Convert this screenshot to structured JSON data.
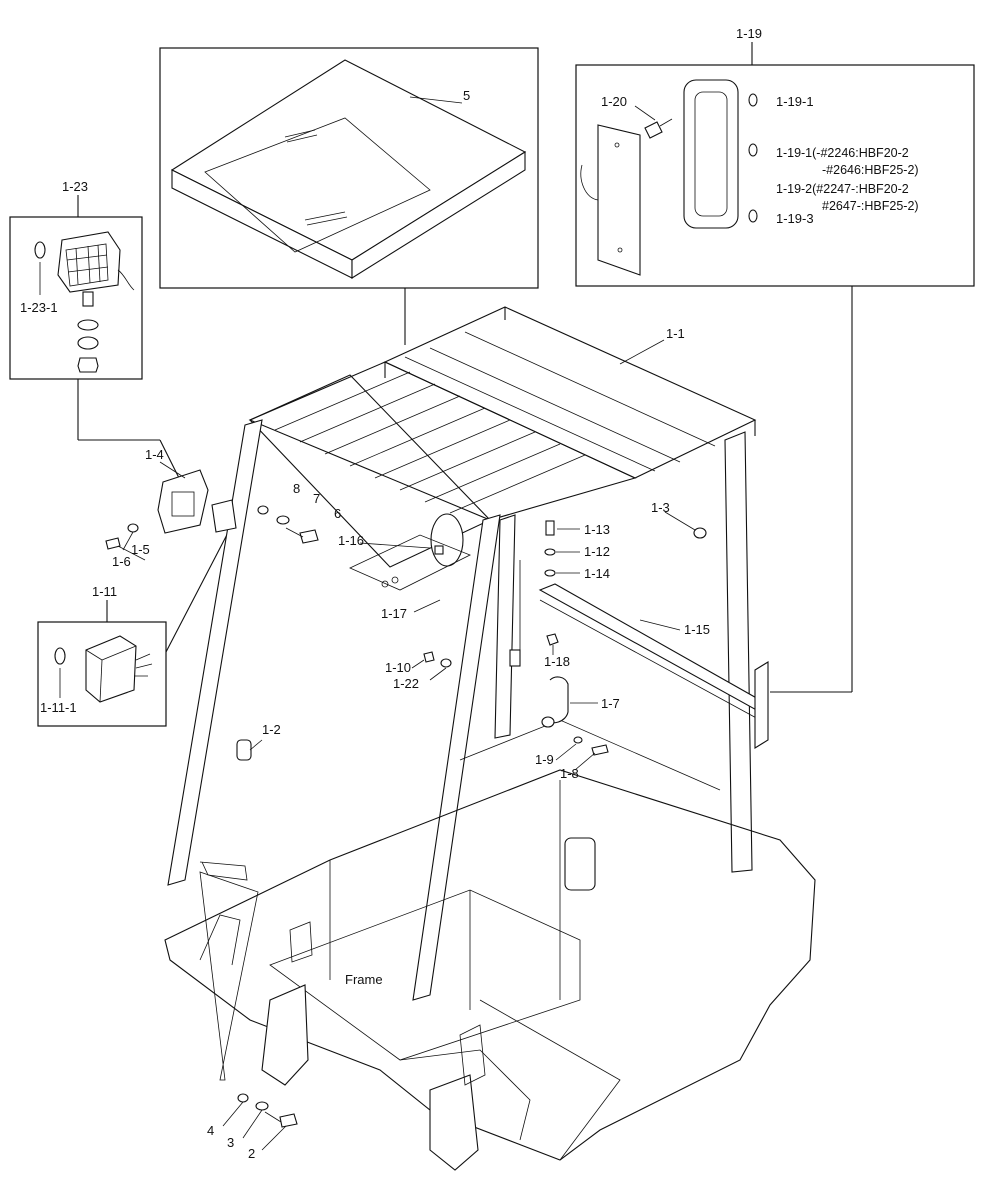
{
  "frame_label": "Frame",
  "callouts": {
    "c_1_19": "1-19",
    "c_1_19_1": "1-19-1",
    "c_1_19_1b_line1": "1-19-1(-#2246:HBF20-2",
    "c_1_19_1b_line2": "-#2646:HBF25-2)",
    "c_1_19_2_line1": "1-19-2(#2247-:HBF20-2",
    "c_1_19_2_line2": "#2647-:HBF25-2)",
    "c_1_19_3": "1-19-3",
    "c_1_20": "1-20",
    "c_5": "5",
    "c_1_23": "1-23",
    "c_1_23_1": "1-23-1",
    "c_1_1": "1-1",
    "c_1_4": "1-4",
    "c_8": "8",
    "c_7": "7",
    "c_6": "6",
    "c_1_5": "1-5",
    "c_1_6": "1-6",
    "c_1_16": "1-16",
    "c_1_17": "1-17",
    "c_1_13": "1-13",
    "c_1_12": "1-12",
    "c_1_14": "1-14",
    "c_1_3": "1-3",
    "c_1_15": "1-15",
    "c_1_18": "1-18",
    "c_1_11": "1-11",
    "c_1_11_1": "1-11-1",
    "c_1_10": "1-10",
    "c_1_22": "1-22",
    "c_1_7": "1-7",
    "c_1_2": "1-2",
    "c_1_9": "1-9",
    "c_1_8": "1-8",
    "c_4": "4",
    "c_3": "3",
    "c_2": "2"
  }
}
